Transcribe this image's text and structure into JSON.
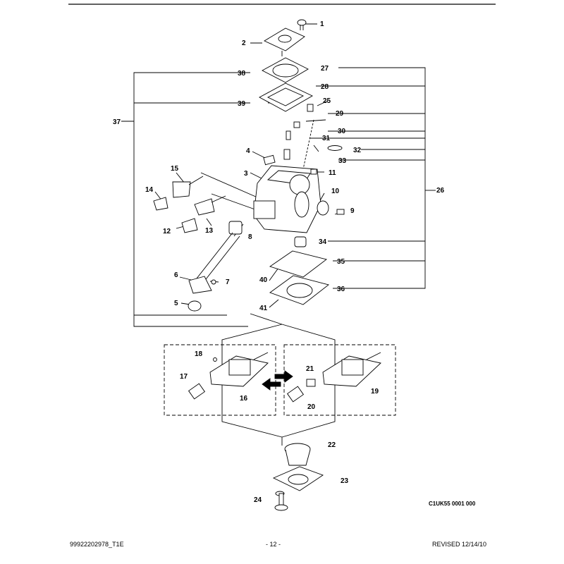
{
  "diagram": {
    "callouts": [
      "1",
      "2",
      "3",
      "4",
      "5",
      "6",
      "7",
      "8",
      "9",
      "10",
      "11",
      "12",
      "13",
      "14",
      "15",
      "16",
      "17",
      "18",
      "19",
      "20",
      "21",
      "22",
      "23",
      "24",
      "25",
      "26",
      "27",
      "28",
      "29",
      "30",
      "31",
      "32",
      "33",
      "34",
      "35",
      "36",
      "37",
      "38",
      "39",
      "40",
      "41"
    ],
    "drawing_code": "C1UK55 0001 000"
  },
  "footer": {
    "doc_id": "99922202978_T1E",
    "page": "- 12 -",
    "revision": "REVISED 12/14/10"
  }
}
